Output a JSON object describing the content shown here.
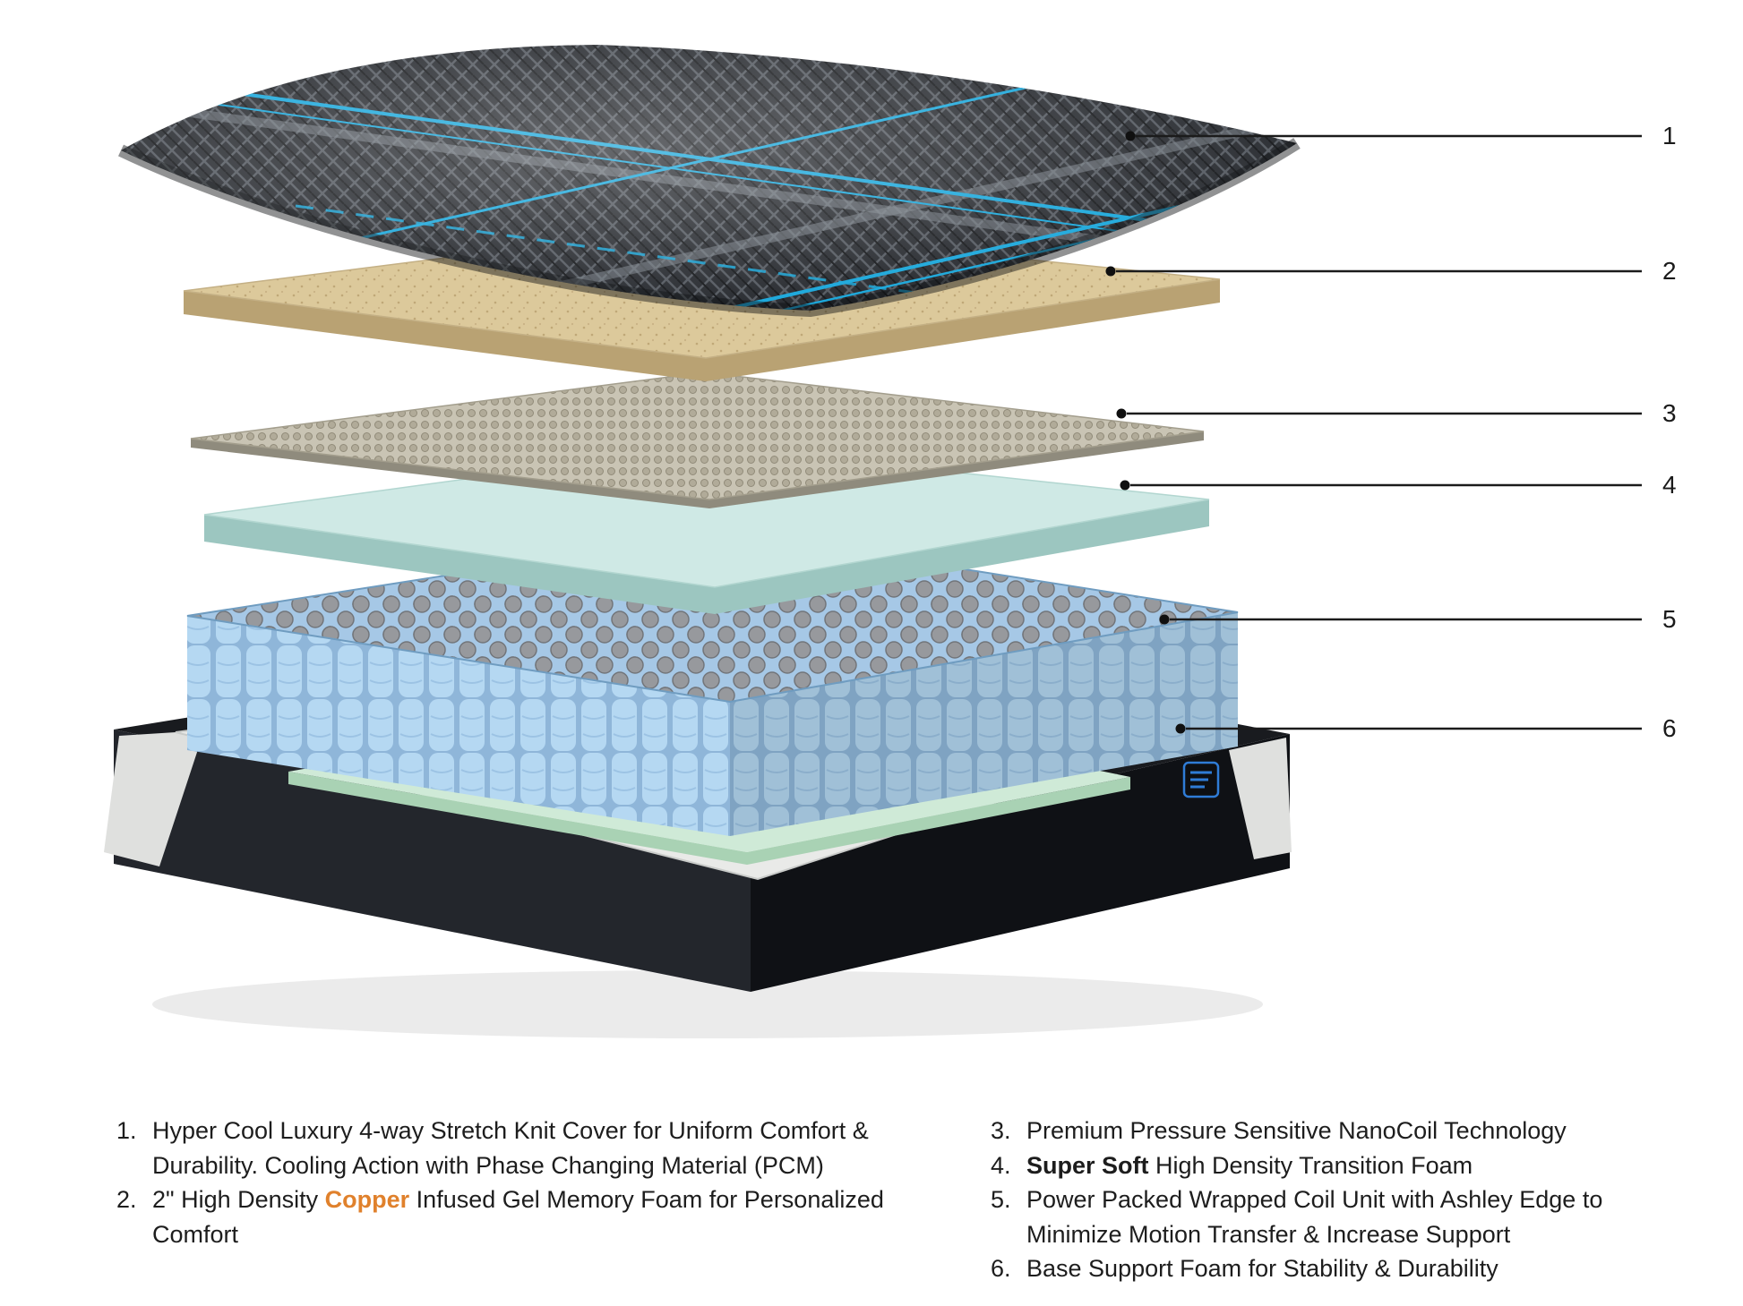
{
  "colors": {
    "copper": "#E0812C",
    "cover_accent": "#1CA8DB"
  },
  "callouts": [
    {
      "label": "1"
    },
    {
      "label": "2"
    },
    {
      "label": "3"
    },
    {
      "label": "4"
    },
    {
      "label": "5"
    },
    {
      "label": "6"
    }
  ],
  "legend": {
    "left": [
      {
        "num": "1.",
        "parts": [
          {
            "t": "Hyper Cool Luxury 4-way Stretch Knit Cover for Uniform Comfort & Durability. Cooling Action with Phase Changing Material (PCM)"
          }
        ]
      },
      {
        "num": "2.",
        "parts": [
          {
            "t": "2\" High Density "
          },
          {
            "t": "Copper",
            "style": "copper"
          },
          {
            "t": " Infused Gel Memory Foam for Personalized Comfort"
          }
        ]
      }
    ],
    "right": [
      {
        "num": "3.",
        "parts": [
          {
            "t": "Premium Pressure Sensitive NanoCoil Technology"
          }
        ]
      },
      {
        "num": "4.",
        "parts": [
          {
            "t": "Super Soft",
            "style": "bold"
          },
          {
            "t": " High Density Transition Foam"
          }
        ]
      },
      {
        "num": "5.",
        "parts": [
          {
            "t": "Power Packed Wrapped Coil Unit with Ashley Edge to Minimize Motion Transfer & Increase Support"
          }
        ]
      },
      {
        "num": "6.",
        "parts": [
          {
            "t": "Base Support Foam for Stability & Durability"
          }
        ]
      }
    ]
  }
}
